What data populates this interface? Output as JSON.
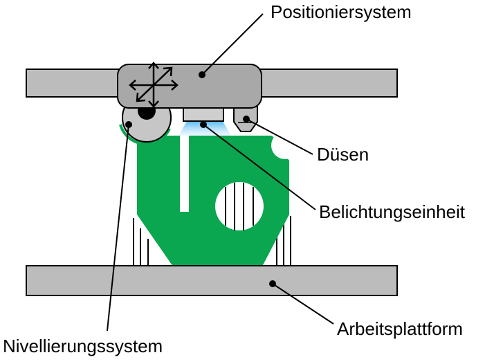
{
  "labels": {
    "positioning_system": "Positioniersystem",
    "nozzles": "Düsen",
    "exposure_unit": "Belichtungseinheit",
    "work_platform": "Arbeitsplattform",
    "leveling_system": "Nivellierungssystem"
  },
  "colors": {
    "part_fill": "#0aa650",
    "rail_fill": "#bcbcbc",
    "carriage_fill": "#a8a8a8",
    "exposure_glow": "#2fa8f0",
    "outline": "#000000"
  }
}
